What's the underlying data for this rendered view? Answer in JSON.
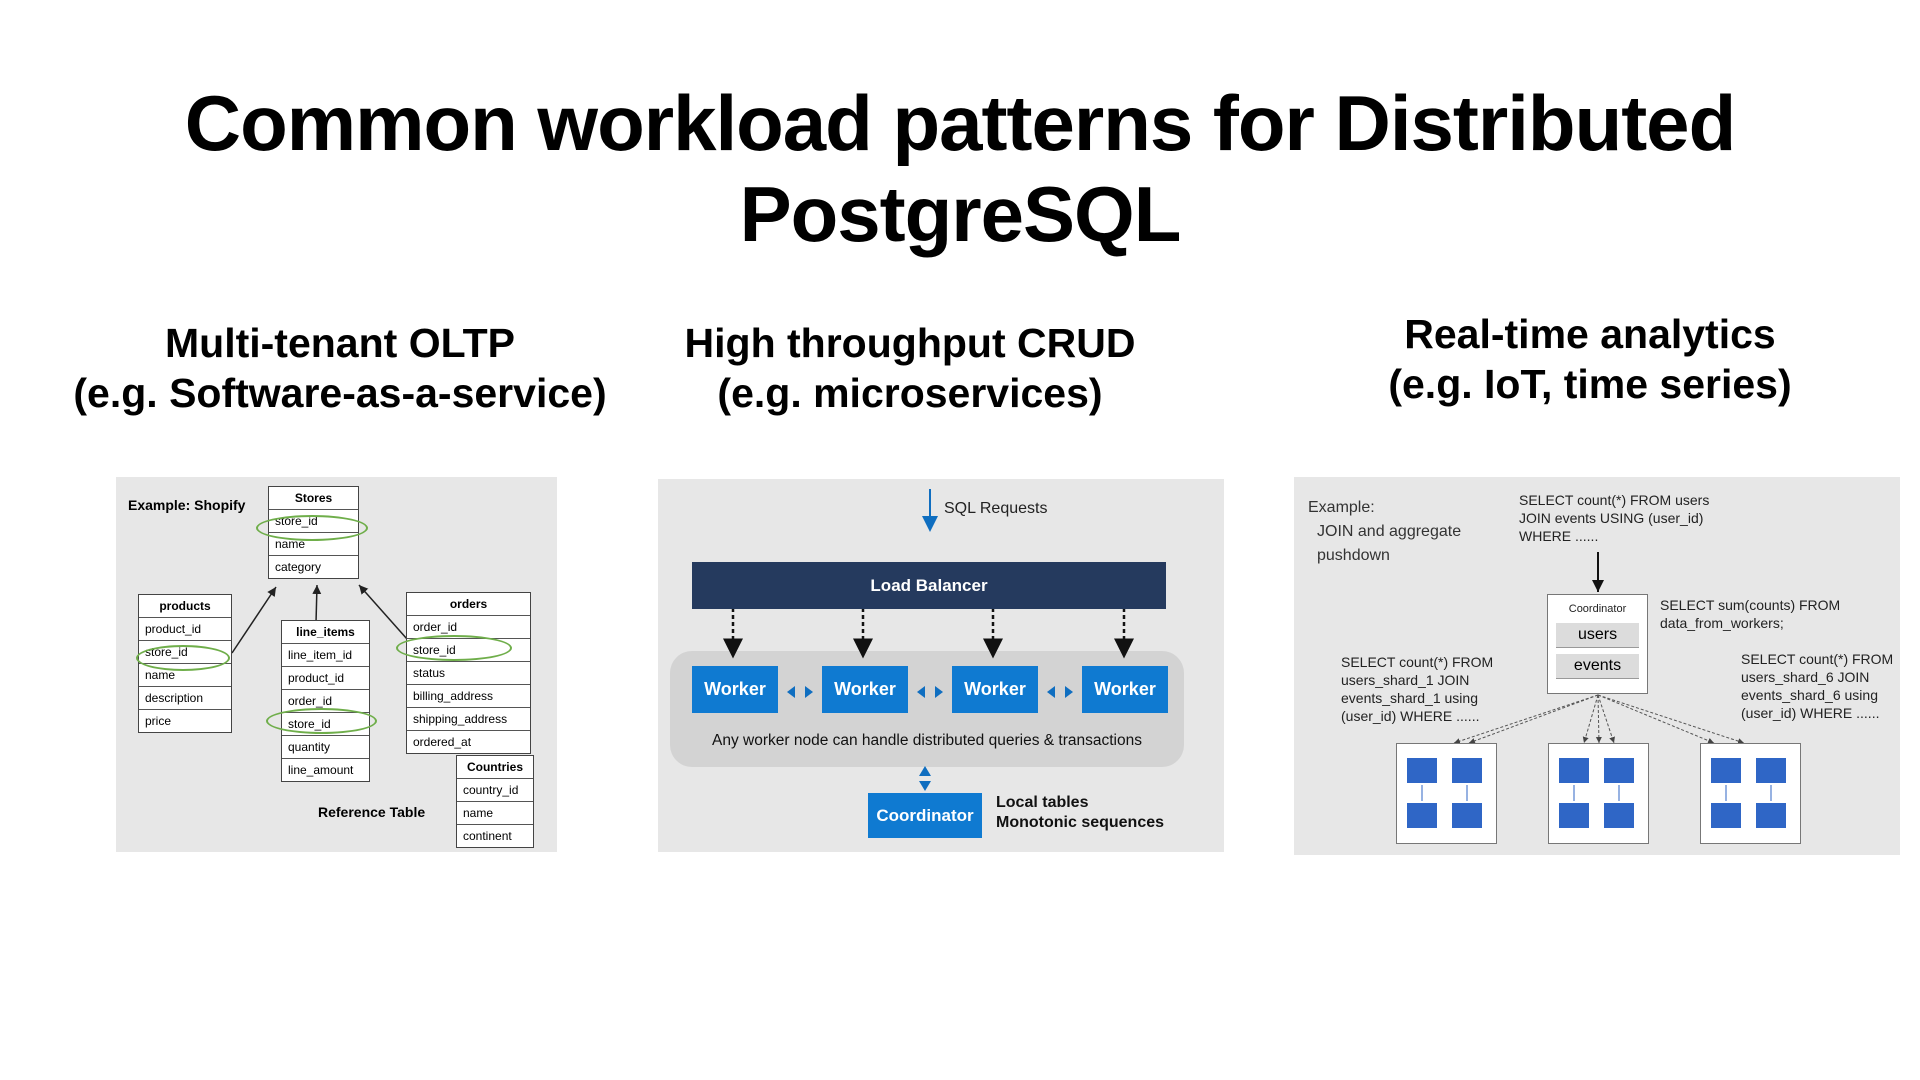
{
  "slide": {
    "title": "Common workload patterns for Distributed PostgreSQL"
  },
  "columns": [
    {
      "title_line1": "Multi-tenant OLTP",
      "title_line2": "(e.g. Software-as-a-service)"
    },
    {
      "title_line1": "High throughput CRUD",
      "title_line2": "(e.g. microservices)"
    },
    {
      "title_line1": "Real-time analytics",
      "title_line2": "(e.g. IoT, time series)"
    }
  ],
  "oltp": {
    "example_label": "Example: Shopify",
    "reference_label": "Reference Table",
    "tables": {
      "stores": {
        "name": "Stores",
        "rows": [
          "store_id",
          "name",
          "category"
        ]
      },
      "products": {
        "name": "products",
        "rows": [
          "product_id",
          "store_id",
          "name",
          "description",
          "price"
        ]
      },
      "line_items": {
        "name": "line_items",
        "rows": [
          "line_item_id",
          "product_id",
          "order_id",
          "store_id",
          "quantity",
          "line_amount"
        ]
      },
      "orders": {
        "name": "orders",
        "rows": [
          "order_id",
          "store_id",
          "status",
          "billing_address",
          "shipping_address",
          "ordered_at"
        ]
      },
      "countries": {
        "name": "Countries",
        "rows": [
          "country_id",
          "name",
          "continent"
        ]
      }
    },
    "highlight_color": "#6fae4a"
  },
  "crud": {
    "sql_requests": "SQL Requests",
    "load_balancer": "Load Balancer",
    "workers": [
      "Worker",
      "Worker",
      "Worker",
      "Worker"
    ],
    "caption": "Any worker node can handle distributed queries & transactions",
    "coordinator": "Coordinator",
    "coordinator_note_line1": "Local tables",
    "coordinator_note_line2": "Monotonic sequences",
    "colors": {
      "load_balancer": "#253a5e",
      "worker": "#0f7ad1"
    }
  },
  "analytics": {
    "example_line1": "Example:",
    "example_line2": "JOIN and aggregate",
    "example_line3": "pushdown",
    "top_query_line1": "SELECT count(*) FROM users",
    "top_query_line2": "JOIN events USING (user_id)",
    "top_query_line3": "WHERE ......",
    "coordinator_label": "Coordinator",
    "coordinator_tables": [
      "users",
      "events"
    ],
    "coordinator_query_line1": "SELECT sum(counts) FROM",
    "coordinator_query_line2": "data_from_workers;",
    "left_query_line1": "SELECT count(*) FROM",
    "left_query_line2": "users_shard_1 JOIN",
    "left_query_line3": "events_shard_1 using",
    "left_query_line4": "(user_id) WHERE ......",
    "right_query_line1": "SELECT count(*) FROM",
    "right_query_line2": "users_shard_6 JOIN",
    "right_query_line3": "events_shard_6 using",
    "right_query_line4": "(user_id) WHERE ......",
    "shard_color": "#2f66c6"
  }
}
